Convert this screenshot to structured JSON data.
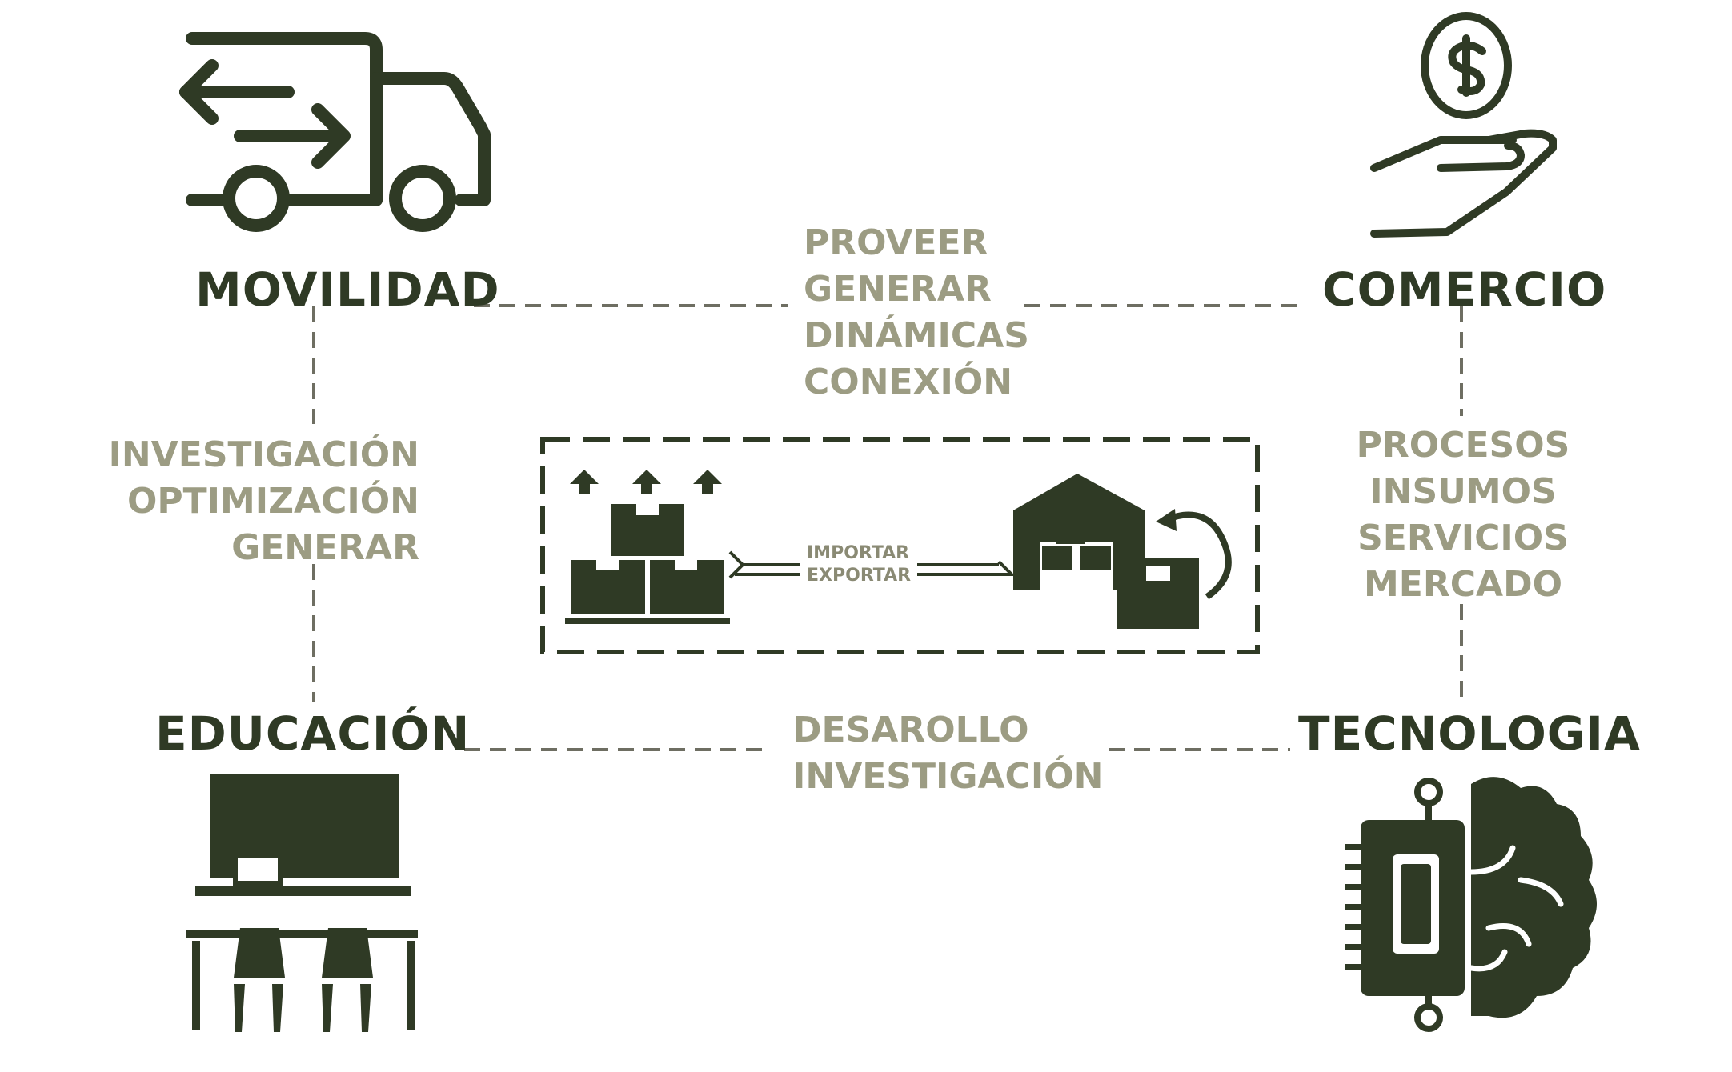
{
  "colors": {
    "dark": "#2f3a25",
    "muted": "#9c9c83",
    "dash": "#6e6e62"
  },
  "nodes": {
    "movilidad": "MOVILIDAD",
    "comercio": "COMERCIO",
    "educacion": "EDUCACIÓN",
    "tecnologia": "TECNOLOGIA"
  },
  "edges": {
    "top": [
      "PROVEER",
      "GENERAR",
      "DINÁMICAS",
      "CONEXIÓN"
    ],
    "left": [
      "INVESTIGACIÓN",
      "OPTIMIZACIÓN",
      "GENERAR"
    ],
    "right": [
      "PROCESOS",
      "INSUMOS",
      "SERVICIOS",
      "MERCADO"
    ],
    "bottom": [
      "DESAROLLO",
      "INVESTIGACIÓN"
    ]
  },
  "center": {
    "line1": "IMPORTAR",
    "line2": "EXPORTAR"
  },
  "icons": {
    "movilidad": "delivery-truck-icon",
    "comercio": "hand-coin-icon",
    "educacion": "classroom-icon",
    "tecnologia": "chip-brain-icon",
    "export": "stacked-boxes-icon",
    "import": "warehouse-icon"
  }
}
